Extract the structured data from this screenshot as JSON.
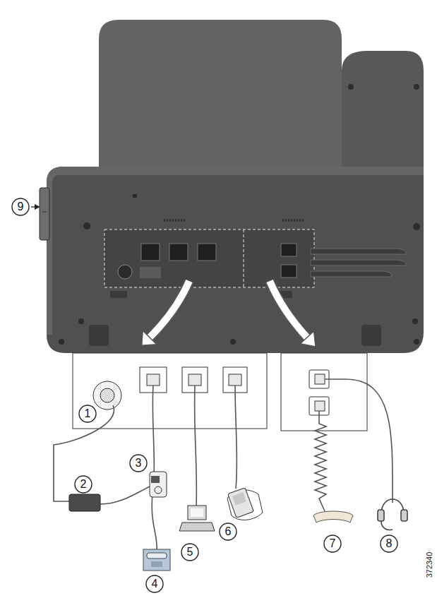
{
  "diagram": {
    "nodes": [
      {
        "text": [
          "9"
        ]
      },
      {
        "text": [
          "1"
        ]
      },
      {
        "text": [
          "3"
        ]
      },
      {
        "text": [
          "2"
        ]
      },
      {
        "text": [
          "6"
        ]
      },
      {
        "text": [
          "7"
        ]
      },
      {
        "text": [
          "8"
        ]
      },
      {
        "text": [
          "5"
        ]
      },
      {
        "text": [
          "4"
        ]
      }
    ],
    "labels": [
      "372340"
    ]
  }
}
